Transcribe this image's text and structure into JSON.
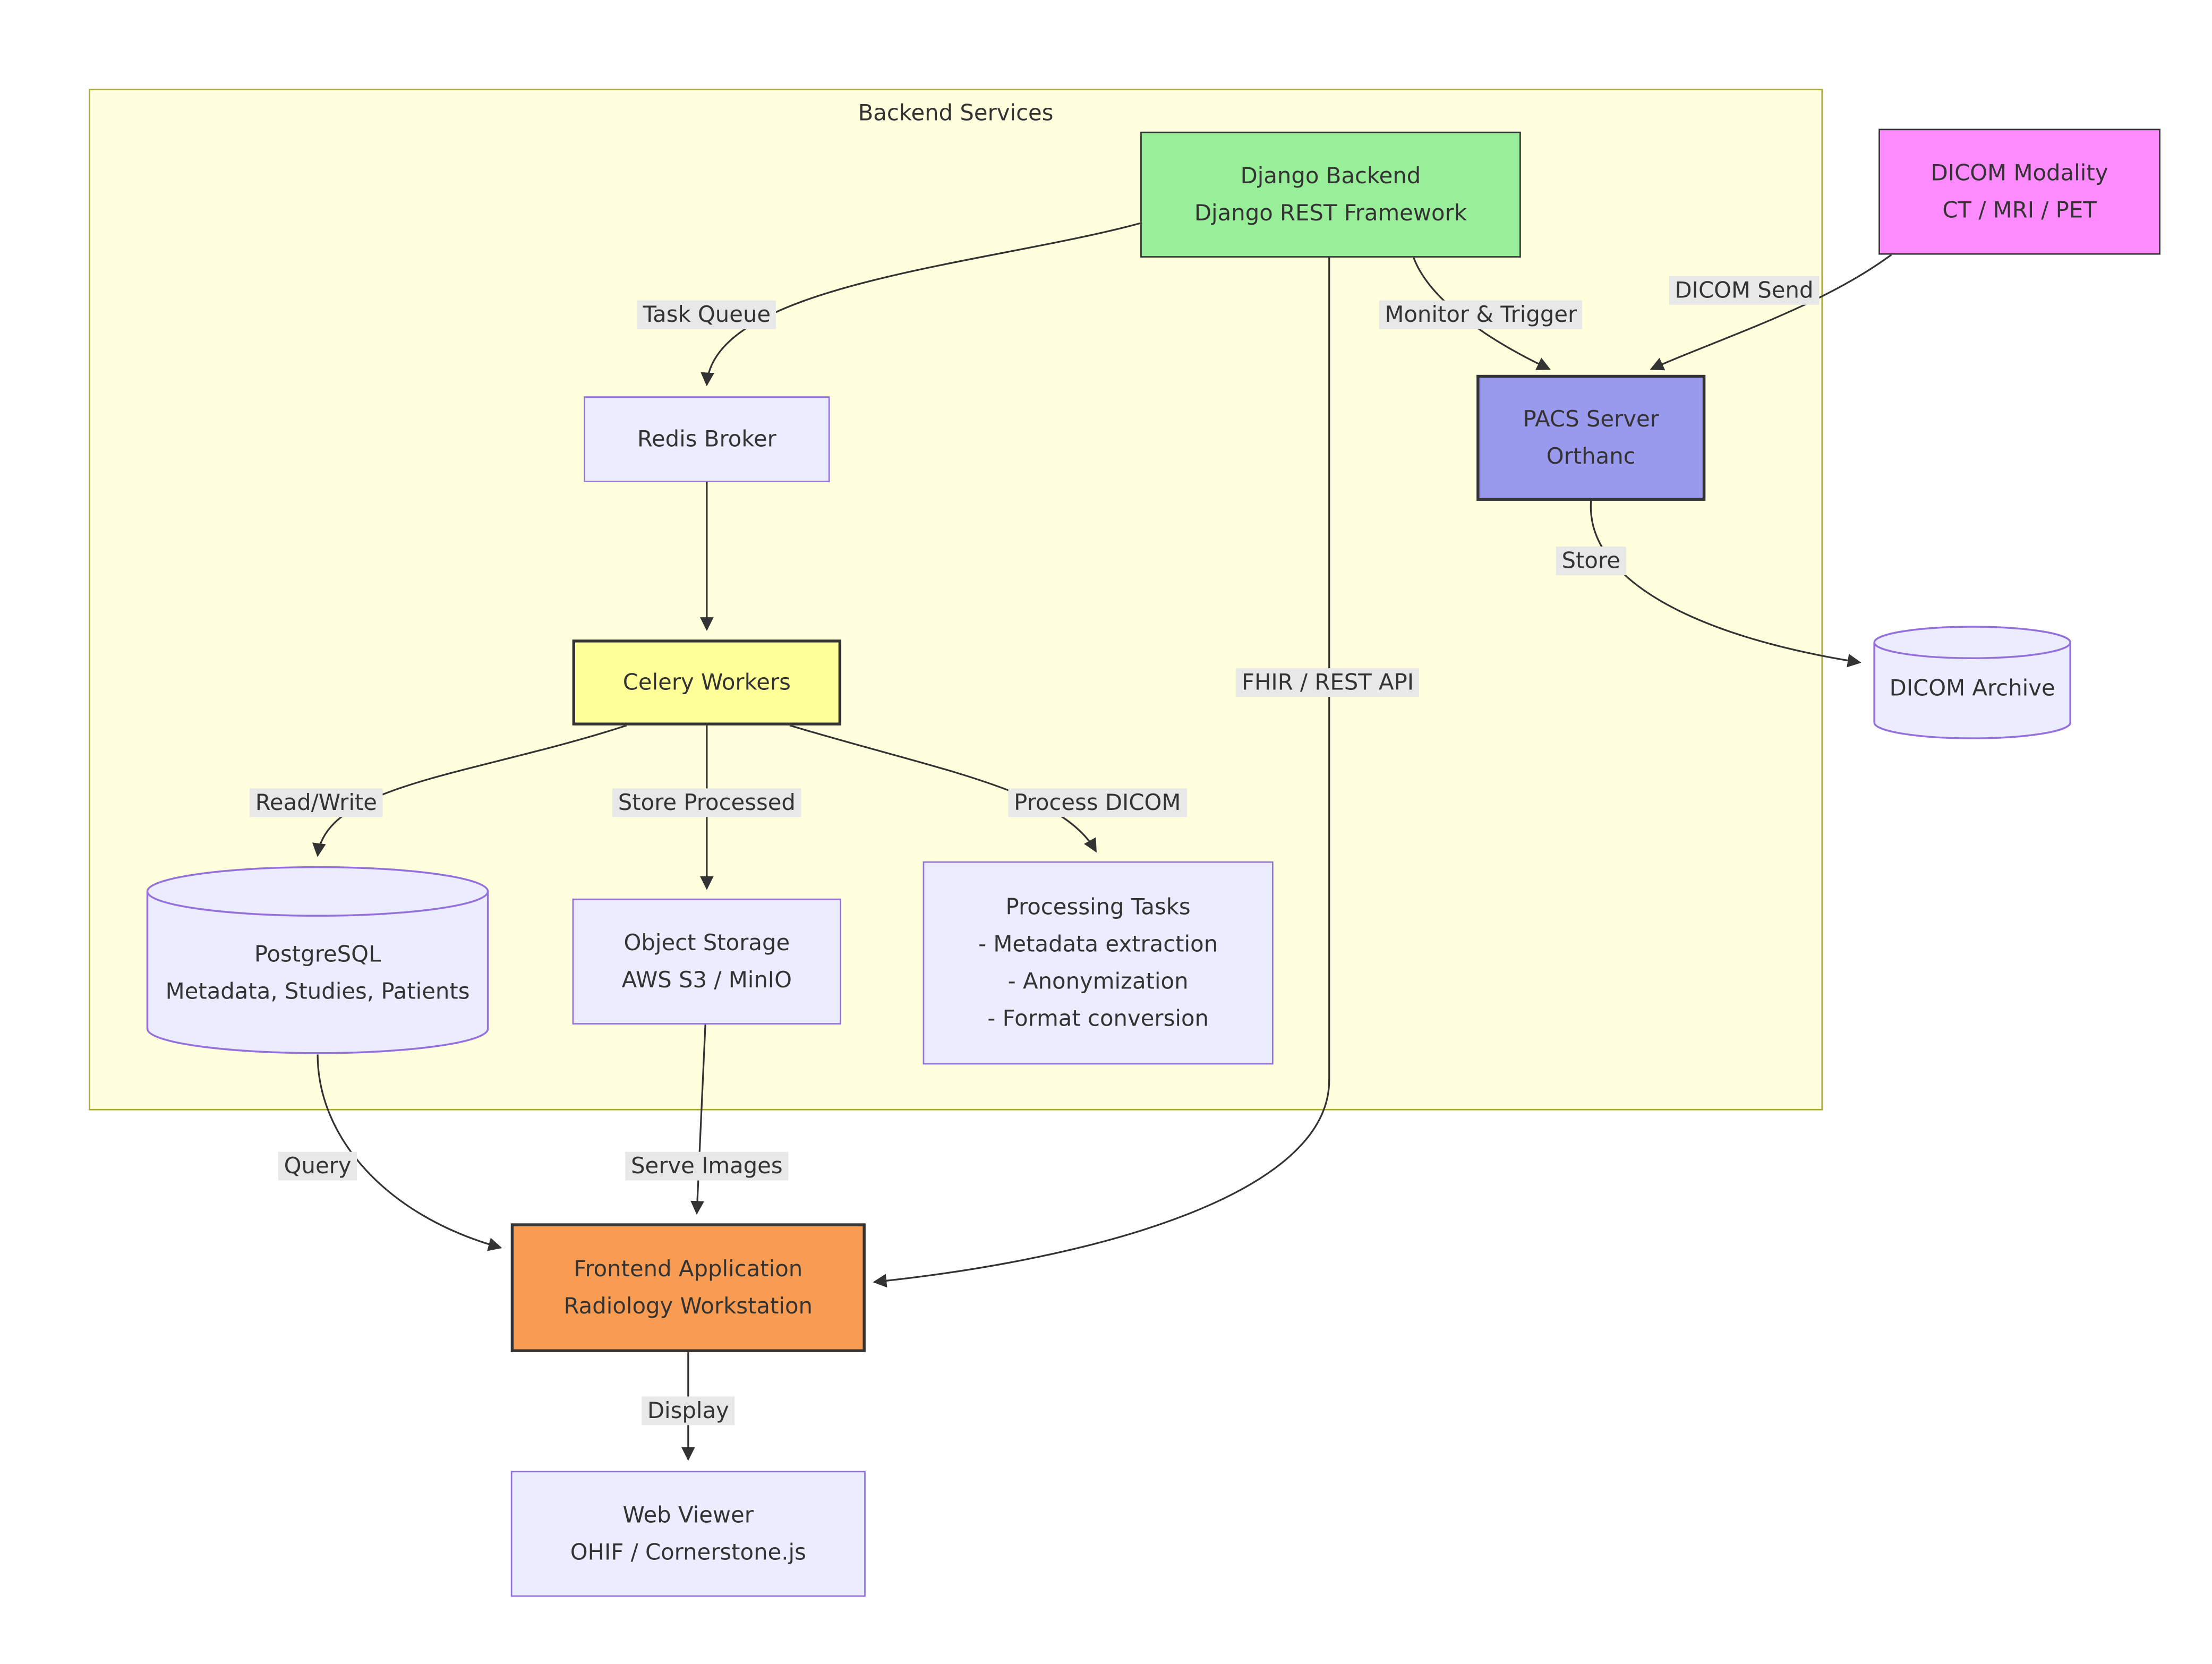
{
  "container": {
    "title": "Backend Services"
  },
  "nodes": {
    "django": {
      "line1": "Django Backend",
      "line2": "Django REST Framework"
    },
    "dicom_modality": {
      "line1": "DICOM Modality",
      "line2": "CT / MRI / PET"
    },
    "redis": {
      "line1": "Redis Broker"
    },
    "pacs": {
      "line1": "PACS Server",
      "line2": "Orthanc"
    },
    "celery": {
      "line1": "Celery Workers"
    },
    "dicom_archive": {
      "line1": "DICOM Archive"
    },
    "postgres": {
      "line1": "PostgreSQL",
      "line2": "Metadata, Studies, Patients"
    },
    "object_storage": {
      "line1": "Object Storage",
      "line2": "AWS S3 / MinIO"
    },
    "processing": {
      "line1": "Processing Tasks",
      "line2": "- Metadata extraction",
      "line3": "- Anonymization",
      "line4": "- Format conversion"
    },
    "frontend": {
      "line1": "Frontend Application",
      "line2": "Radiology Workstation"
    },
    "web_viewer": {
      "line1": "Web Viewer",
      "line2": "OHIF / Cornerstone.js"
    }
  },
  "edge_labels": {
    "task_queue": "Task Queue",
    "monitor_trigger": "Monitor & Trigger",
    "dicom_send": "DICOM Send",
    "store": "Store",
    "fhir": "FHIR / REST API",
    "read_write": "Read/Write",
    "store_processed": "Store Processed",
    "process_dicom": "Process DICOM",
    "query": "Query",
    "serve_images": "Serve Images",
    "display": "Display"
  },
  "colors": {
    "subgraph_fill": "#ffffde",
    "subgraph_border": "#aaaa33",
    "default_fill": "#ECECFF",
    "default_border": "#9370DB",
    "green_fill": "#99EE99",
    "magenta_fill": "#FF8CFF",
    "periwinkle_fill": "#9999EE",
    "yellow_fill": "#FFFF99",
    "orange_fill": "#F89C54",
    "edge_color": "#333333",
    "edge_label_bg": "#e8e8e8",
    "text_color": "#333333"
  }
}
